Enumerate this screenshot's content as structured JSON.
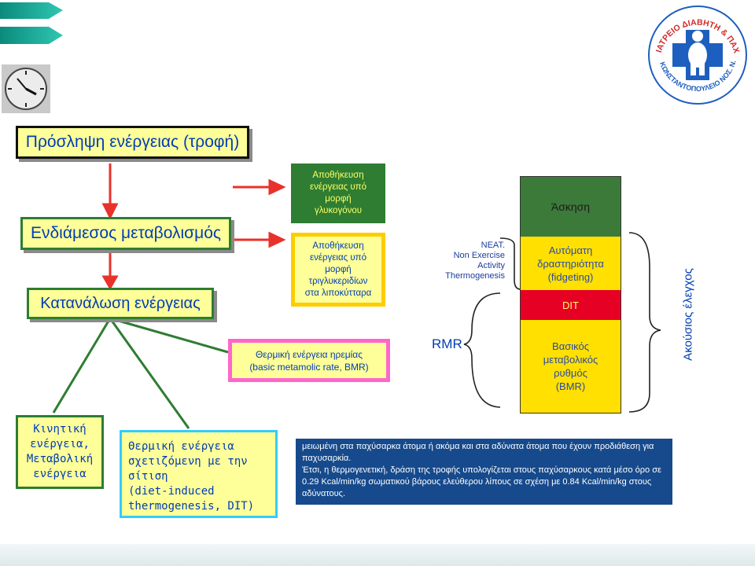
{
  "logo": {
    "text": "ΙΑΤΡΕΙΟ ΔΙΑΒΗΤΗ & ΠΑΧΥΣΑΡΚΙΑΣ ΚΩΝΣΤΑΝΤΟΠΟΥΛΕΙΟ ΝΟΣ. Ν. ΙΩΝΙΑΣ"
  },
  "left": {
    "intake": "Πρόσληψη ενέργειας (τροφή)",
    "intermediate": "Ενδιάμεσος μεταβολισμός",
    "expenditure": "Κατανάλωση ενέργειας",
    "kinetic": "Κινητική\nενέργεια,\nΜεταβολική\nενέργεια",
    "dit": "Θερμική ενέργεια\nσχετιζόμενη με την\nσίτιση\n(diet-induced\nthermogenesis, DIT)"
  },
  "storage": {
    "glycogen": "Αποθήκευση\nενέργειας υπό\nμορφή\nγλυκογόνου",
    "triglycerides": "Αποθήκευση\nενέργειας υπό\nμορφή\nτριγλυκεριδίων\nστα λιποκύτταρα",
    "bmr": "Θερμική ενέργεια ηρεμίας\n(basic metamolic rate, BMR)"
  },
  "labels": {
    "neat": "NEAT.\nNon Exercise\nActivity\nThermogenesis",
    "rmr": "RMR",
    "voluntary": "Ακούσιος έλεγχος"
  },
  "stack": {
    "exercise": "Άσκηση",
    "fidgeting": "Αυτόματη\nδραστηριότητα\n(fidgeting)",
    "dit": "DIT",
    "bmr": "Βασικός\nμεταβολικός\nρυθμός\n(BMR)"
  },
  "note": {
    "text": "μειωμένη στα παχύσαρκα άτομα ή ακόμα και στα αδύνατα άτομα που έχουν προδιάθεση για παχυσαρκία.\nΈτσι, η θερμογενετική, δράση της τροφής υπολογίζεται στους παχύσαρκους κατά μέσο όρο σε 0.29 Kcal/min/kg σωματικού βάρους ελεύθερου λίπους σε σχέση με 0.84 Kcal/min/kg στους αδύνατους."
  },
  "colors": {
    "yellow": "#ffff99",
    "green": "#2e7d32",
    "cyan": "#33ccff",
    "red": "#e8322b",
    "gold": "#ffcc00",
    "stack_green": "#3c7a3a",
    "stack_yellow": "#ffe000",
    "stack_red": "#e60023",
    "navy": "#164a8c"
  }
}
